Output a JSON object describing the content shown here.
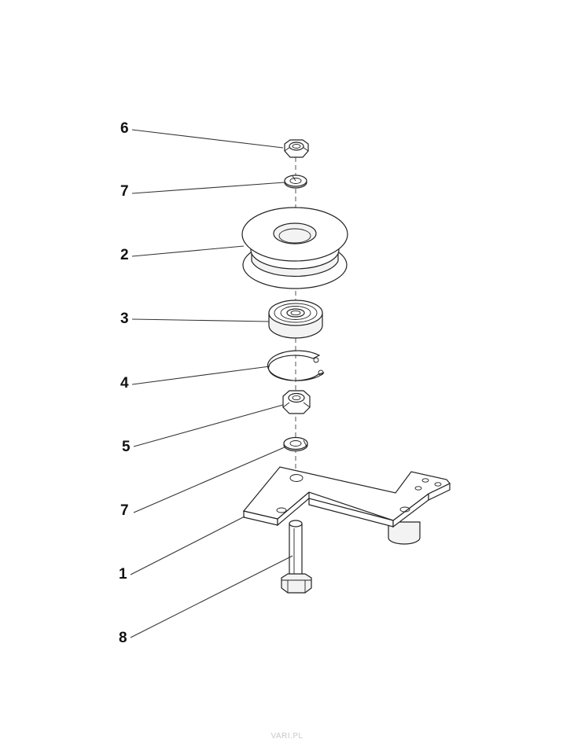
{
  "callouts": [
    {
      "id": "6",
      "label": "6",
      "part": "hex-nut-top"
    },
    {
      "id": "7a",
      "label": "7",
      "part": "washer-top"
    },
    {
      "id": "2",
      "label": "2",
      "part": "pulley"
    },
    {
      "id": "3",
      "label": "3",
      "part": "bearing"
    },
    {
      "id": "4",
      "label": "4",
      "part": "circlip"
    },
    {
      "id": "5",
      "label": "5",
      "part": "hex-nut-middle"
    },
    {
      "id": "7b",
      "label": "7",
      "part": "washer-middle"
    },
    {
      "id": "1",
      "label": "1",
      "part": "mounting-bracket"
    },
    {
      "id": "8",
      "label": "8",
      "part": "bolt"
    }
  ],
  "watermark": "VARI.PL"
}
